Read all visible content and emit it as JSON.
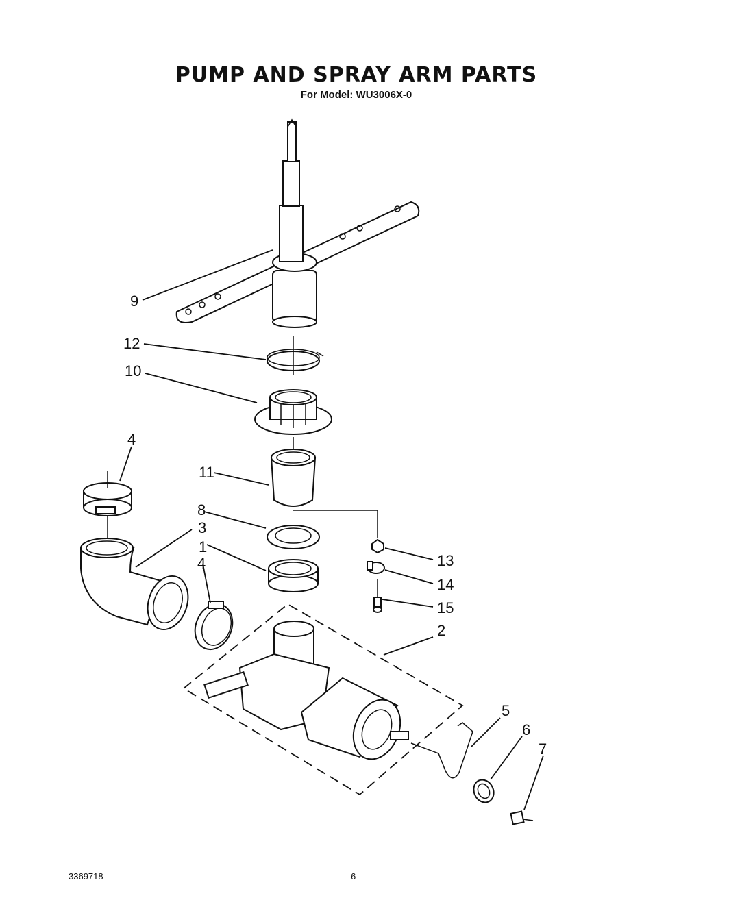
{
  "header": {
    "title": "PUMP AND SPRAY ARM PARTS",
    "model_label": "For Model: WU3006X-0"
  },
  "callouts": {
    "c1": "1",
    "c2": "2",
    "c3": "3",
    "c4a": "4",
    "c4b": "4",
    "c5": "5",
    "c6": "6",
    "c7": "7",
    "c8": "8",
    "c9": "9",
    "c10": "10",
    "c11": "11",
    "c12": "12",
    "c13": "13",
    "c14": "14",
    "c15": "15"
  },
  "footer": {
    "doc_number": "3369718",
    "page_number": "6"
  }
}
